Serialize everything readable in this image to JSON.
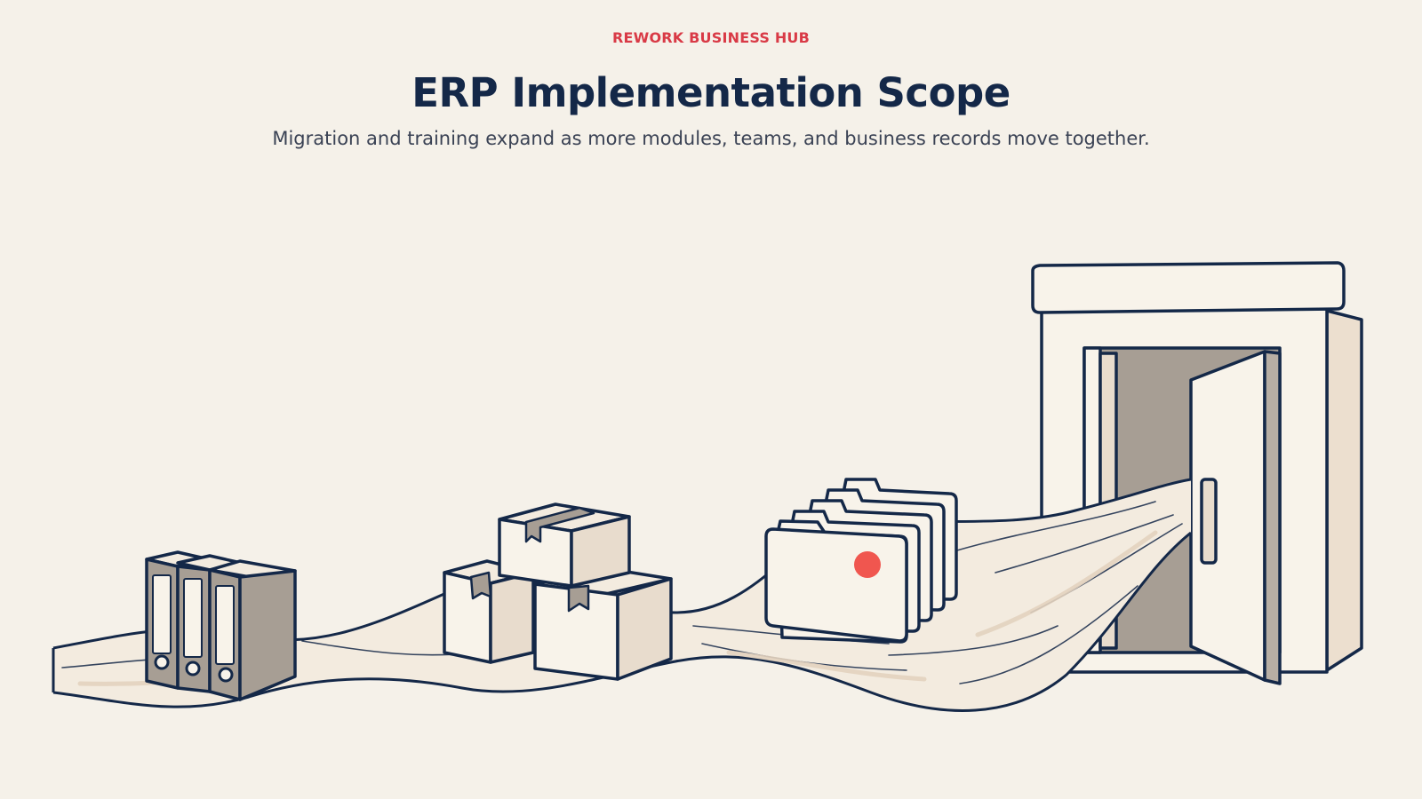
{
  "header": {
    "eyebrow": "REWORK BUSINESS HUB",
    "title": "ERP Implementation Scope",
    "subtitle": "Migration and training expand as more modules, teams, and business records move together."
  },
  "illustration": {
    "items": [
      "binders-icon",
      "boxes-icon",
      "folders-icon",
      "door-icon"
    ],
    "colors": {
      "background": "#f5f1e9",
      "outline": "#142848",
      "accent": "#f0564f",
      "shade": "#a79e94",
      "paper": "#f8f3ea",
      "tan": "#e8dccd"
    }
  }
}
